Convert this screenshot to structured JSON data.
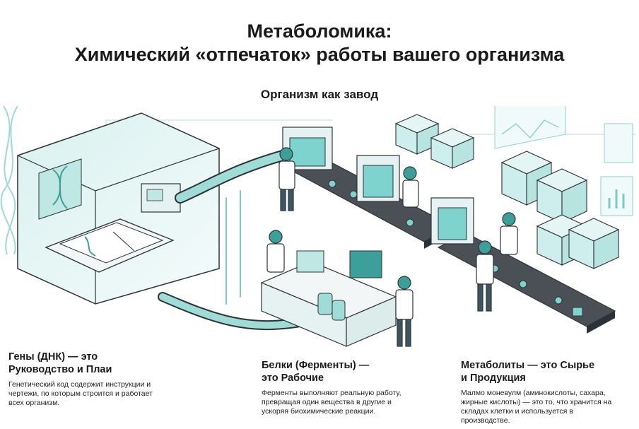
{
  "title": {
    "line1": "Метаболомика:",
    "line2": "Химический «отпечаток» работы вашего организма"
  },
  "subtitle": "Организм как завод",
  "sections": [
    {
      "heading_line1": "Гены (ДНК) — это",
      "heading_line2": "Руководство и Плаи",
      "body": "Генетический код содержит инструкции и чертежи, по которым строится и работает всех организм."
    },
    {
      "heading_line1": "Белки (Ферменты) —",
      "heading_line2": "это Рабочие",
      "body": "Ферменты выполняют реальную работу, превращая один вещества в другие и ускоряя биохимические реакции."
    },
    {
      "heading_line1": "Метаболиты — это Сырье",
      "heading_line2": "и Продукция",
      "body": "Малмо моневулм (аминокислоты, сахара, жирные кислоты) — это то, что хранится на складах клетки и используется в производстве."
    }
  ],
  "colors": {
    "accent": "#7fd3cf",
    "accent_dark": "#3c9f9a",
    "outline": "#2c3338",
    "panel": "#e9f6f5",
    "belt": "#4a5056"
  }
}
